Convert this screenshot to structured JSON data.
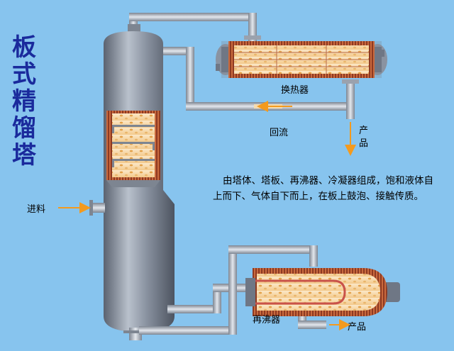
{
  "title": "板式精馏塔",
  "labels": {
    "heat_exchanger": "换热器",
    "reflux": "回流",
    "product_top": "产品",
    "feed": "进料",
    "reboiler": "再沸器",
    "product_bottom": "产品"
  },
  "description": "由塔体、塔板、再沸器、冷凝器组成，饱和液体自上而下、气体自下而上，在板上鼓泡、接触传质。",
  "colors": {
    "background": "#87c4ee",
    "title": "#1a2a9c",
    "arrow": "#f39a1e",
    "column_body": "#8d97a6",
    "pipe": "#b8bec8",
    "liquid": "#f7d7a8",
    "shell_wall": "#c05a3a"
  }
}
